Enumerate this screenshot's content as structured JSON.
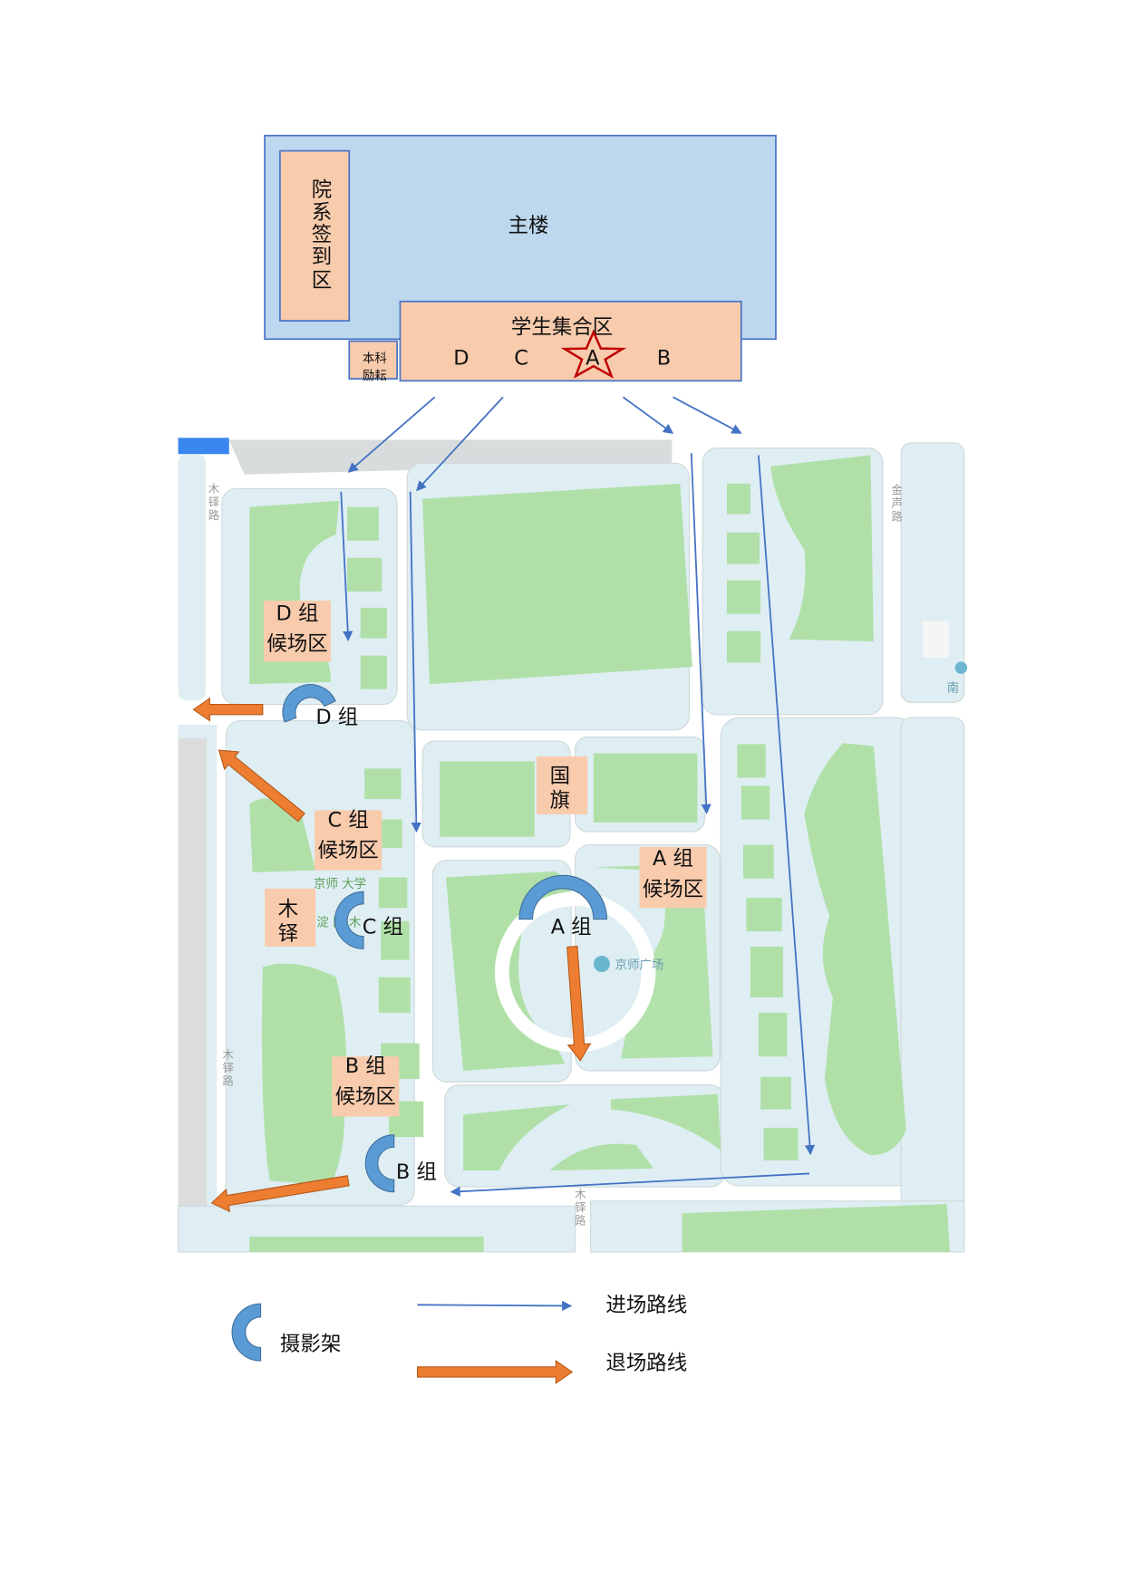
{
  "building": {
    "main_label": "主楼",
    "signin_chars": [
      "院",
      "系",
      "签",
      "到",
      "区"
    ],
    "assembly_label": "学生集合区",
    "positions": [
      "D",
      "C",
      "A",
      "B"
    ],
    "annex_lines": [
      "本科",
      "励耘"
    ]
  },
  "waiting_areas": [
    {
      "group": "D 组",
      "label": "候场区"
    },
    {
      "group": "C 组",
      "label": "候场区"
    },
    {
      "group": "B 组",
      "label": "候场区"
    },
    {
      "group": "A 组",
      "label": "候场区"
    }
  ],
  "flag_chars": [
    "国",
    "旗"
  ],
  "muduo_chars": [
    "木",
    "铎"
  ],
  "camera_labels": [
    "D 组",
    "C 组",
    "A 组",
    "B 组"
  ],
  "map_labels": {
    "road_muduo": [
      "木",
      "铎",
      "路"
    ],
    "road_jinsheng": [
      "金",
      "声",
      "路"
    ],
    "south": "南",
    "plaza": "京师广场",
    "campus_line1": "京师  大学",
    "campus_line2": "淀  区 木"
  },
  "legend": {
    "camera": "摄影架",
    "entry": "进场路线",
    "exit": "退场路线"
  },
  "colors": {
    "building_fill": "#bdd7ee",
    "zone_fill": "#f8cbad",
    "border": "#4472c4",
    "entry_arrow": "#4472c4",
    "exit_arrow": "#ed7d31",
    "camera": "#5b9bd5",
    "star": "#c00000",
    "map_block": "#deeef3",
    "map_green": "#b0e0a8"
  }
}
